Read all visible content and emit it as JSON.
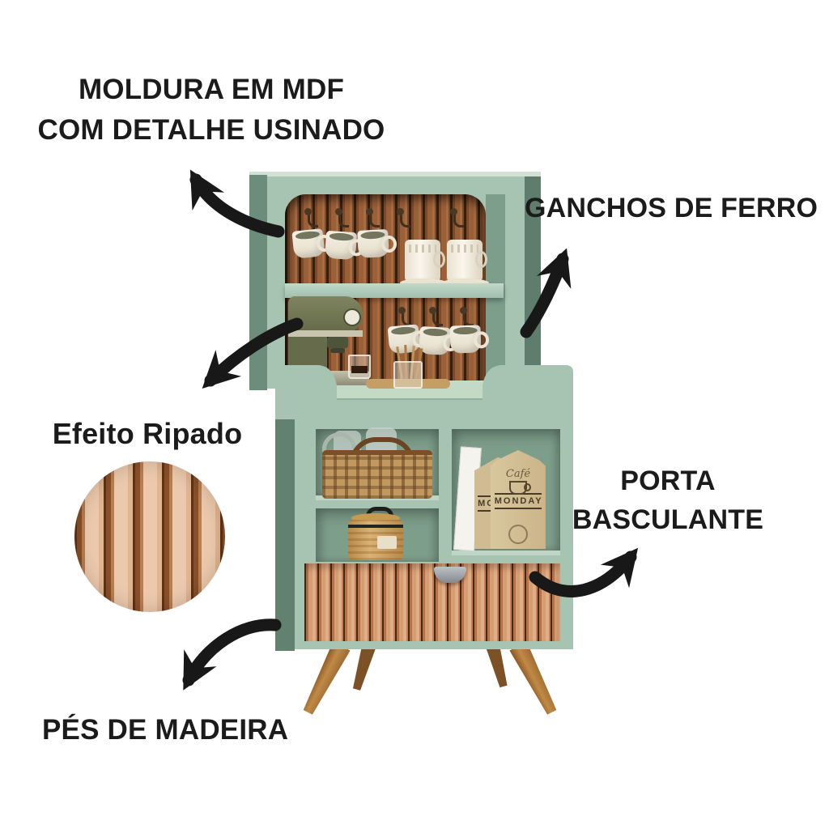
{
  "page": {
    "background": "#ffffff"
  },
  "annotations": {
    "moldura": {
      "line1": "MOLDURA EM MDF",
      "line2": "COM DETALHE USINADO"
    },
    "ganchos": {
      "text": "GANCHOS DE FERRO"
    },
    "efeito_ripado": {
      "text": "Efeito Ripado"
    },
    "porta_basculante": {
      "line1": "PORTA",
      "line2": "BASCULANTE"
    },
    "pes_madeira": {
      "text": "PÉS DE MADEIRA"
    }
  },
  "product": {
    "coffee_bag": {
      "script": "Café",
      "label": "MONDAY"
    },
    "colors": {
      "cabinet_green": "#a6c4b1",
      "cabinet_side_green": "#63816f",
      "interior_green": "#7d9e8a",
      "slat_wood": "#9a6038",
      "drawer_wood": "#d89d74",
      "detail_wood_light": "#ecc9ad",
      "leg_wood": "#b5793c",
      "arrow_black": "#181818",
      "label_text": "#1b1b1b"
    }
  }
}
